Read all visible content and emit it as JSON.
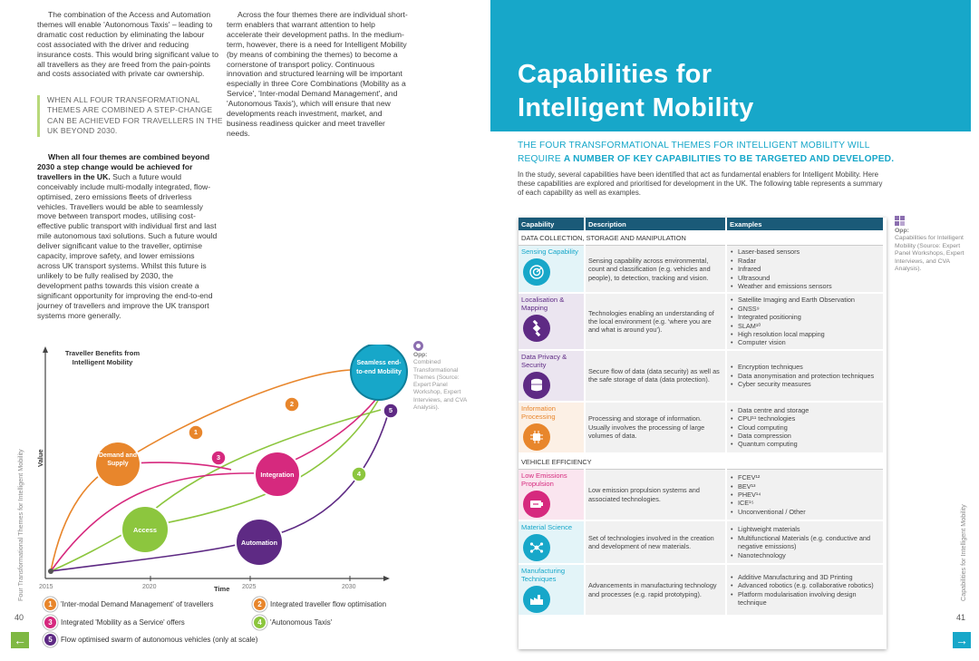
{
  "left": {
    "para1": "The combination of the Access and Automation themes will enable 'Autonomous Taxis' – leading to dramatic cost reduction by eliminating the labour cost associated with the driver and reducing insurance costs. This would bring significant value to all travellers as they are freed from the pain-points and costs associated with private car ownership.",
    "pullquote": "WHEN ALL FOUR TRANSFORMATIONAL THEMES ARE COMBINED A STEP-CHANGE CAN BE ACHIEVED FOR TRAVELLERS IN THE UK BEYOND 2030.",
    "para2_bold": "When all four themes are combined beyond 2030 a step change would be achieved for travellers in the UK.",
    "para2_rest": " Such a future would conceivably include multi-modally integrated, flow-optimised, zero emissions fleets of driverless vehicles. Travellers would be able to seamlessly move between transport modes, utilising cost-effective public transport with individual first and last mile autonomous taxi solutions. Such a future would deliver significant value to the traveller, optimise capacity, improve safety, and lower emissions across UK transport systems. Whilst this future is unlikely to be fully realised by 2030, the development paths towards this vision create a significant opportunity for improving the end-to-end journey of travellers and improve the UK transport systems more generally.",
    "para3": "Across the four themes there are individual short-term enablers that warrant attention to help accelerate their development paths. In the medium-term, however, there is a need for Intelligent Mobility (by means of combining the themes) to become a cornerstone of transport policy. Continuous innovation and structured learning will be important especially in three Core Combinations (Mobility as a Service', 'Inter-modal Demand Management', and 'Autonomous Taxis'), which will ensure that new developments reach investment, market, and business readiness quicker and meet traveller needs.",
    "side_label": "Four Transformational Themes for Intelligent Mobility",
    "page_number": "40",
    "opp_title": "Opp:",
    "opp_text": "Combined Transformational Themes (Source: Expert Panel Workshop, Expert Interviews, and CVA Analysis)."
  },
  "chart": {
    "title_line1": "Traveller Benefits from",
    "title_line2": "Intelligent Mobility",
    "ylabel": "Value",
    "xlabel": "Time",
    "ticks": [
      "2015",
      "2020",
      "2025",
      "2030"
    ],
    "nodes": {
      "demand": "Demand and Supply",
      "access": "Access",
      "integration": "Integration",
      "automation": "Automation",
      "seamless": "Seamless end-to-end Mobility"
    },
    "markers": [
      "1",
      "2",
      "3",
      "4",
      "5"
    ],
    "legend": [
      {
        "num": "1",
        "label": "'Inter-modal Demand Management' of travellers",
        "color": "#e8862c"
      },
      {
        "num": "2",
        "label": "Integrated traveller flow optimisation",
        "color": "#e8862c"
      },
      {
        "num": "3",
        "label": "Integrated 'Mobility as a Service' offers",
        "color": "#d6297e"
      },
      {
        "num": "4",
        "label": "'Autonomous Taxis'",
        "color": "#8cc63e"
      },
      {
        "num": "5",
        "label": "Flow optimised swarm of autonomous vehicles (only at scale)",
        "color": "#5e2a84"
      }
    ]
  },
  "right": {
    "title_line1": "Capabilities for",
    "title_line2": "Intelligent Mobility",
    "lead_plain": "THE FOUR TRANSFORMATIONAL THEMES FOR INTELLIGENT MOBILITY WILL REQUIRE ",
    "lead_bold": "A NUMBER OF KEY CAPABILITIES TO BE TARGETED AND DEVELOPED.",
    "intro": "In the study, several capabilities have been identified that act as fundamental enablers for Intelligent Mobility. Here these capabilities are explored and prioritised for development in the UK. The following table represents a summary of each capability as well as examples.",
    "table": {
      "headers": [
        "Capability",
        "Description",
        "Examples"
      ],
      "section1": "DATA COLLECTION, STORAGE AND MANIPULATION",
      "section2": "VEHICLE EFFICIENCY",
      "rows": [
        {
          "name": "Sensing Capability",
          "color": "#17a7c9",
          "desc": "Sensing capability across environmental, count and classification (e.g. vehicles and people), to detection, tracking and vision.",
          "examples": [
            "Laser-based sensors",
            "Radar",
            "Infrared",
            "Ultrasound",
            "Weather and emissions sensors"
          ]
        },
        {
          "name": "Localisation & Mapping",
          "color": "#5e2a84",
          "desc": "Technologies enabling an understanding of the local environment (e.g. 'where you are and what is around you').",
          "examples": [
            "Satellite Imaging and Earth Observation",
            "GNSS⁹",
            "Integrated positioning",
            "SLAM¹⁰",
            "High resolution local mapping",
            "Computer vision"
          ]
        },
        {
          "name": "Data Privacy & Security",
          "color": "#5e2a84",
          "desc": "Secure flow of data (data security) as well as the safe storage of data (data protection).",
          "examples": [
            "Encryption techniques",
            "Data anonymisation and protection techniques",
            "Cyber security measures"
          ]
        },
        {
          "name": "Information Processing",
          "color": "#e8862c",
          "desc": "Processing and storage of information. Usually involves the processing of large volumes of data.",
          "examples": [
            "Data centre and storage",
            "CPU¹¹ technologies",
            "Cloud computing",
            "Data compression",
            "Quantum computing"
          ]
        },
        {
          "name": "Low Emissions Propulsion",
          "color": "#d6297e",
          "desc": "Low emission propulsion systems and associated technologies.",
          "examples": [
            "FCEV¹²",
            "BEV¹³",
            "PHEV¹⁴",
            "ICE¹⁵",
            "Unconventional / Other"
          ]
        },
        {
          "name": "Material Science",
          "color": "#17a7c9",
          "desc": "Set of technologies involved in the creation and development of new materials.",
          "examples": [
            "Lightweight materials",
            "Multifunctional Materials (e.g. conductive and negative emissions)",
            "Nanotechnology"
          ]
        },
        {
          "name": "Manufacturing Techniques",
          "color": "#17a7c9",
          "desc": "Advancements in manufacturing technology and processes (e.g. rapid prototyping).",
          "examples": [
            "Additive Manufacturing and 3D Printing",
            "Advanced robotics (e.g. collaborative robotics)",
            "Platform modularisation involving design technique"
          ]
        }
      ]
    },
    "opp_title": "Opp:",
    "opp_text": "Capabilities for Intelligent Mobility (Source: Expert Panel Workshops, Expert Interviews, and CVA Analysis).",
    "side_label": "Capabilities for Intelligent Mobility",
    "page_number": "41"
  },
  "colors": {
    "teal": "#17a7c9",
    "orange": "#e8862c",
    "magenta": "#d6297e",
    "green": "#8cc63e",
    "purple": "#5e2a84",
    "nav_green": "#7fb843",
    "nav_teal": "#17a7c9"
  },
  "icons": [
    "arrow-left-icon",
    "arrow-right-icon",
    "radar-icon",
    "satellite-icon",
    "database-icon",
    "chip-icon",
    "battery-icon",
    "molecule-icon",
    "factory-icon",
    "grid-icon"
  ]
}
